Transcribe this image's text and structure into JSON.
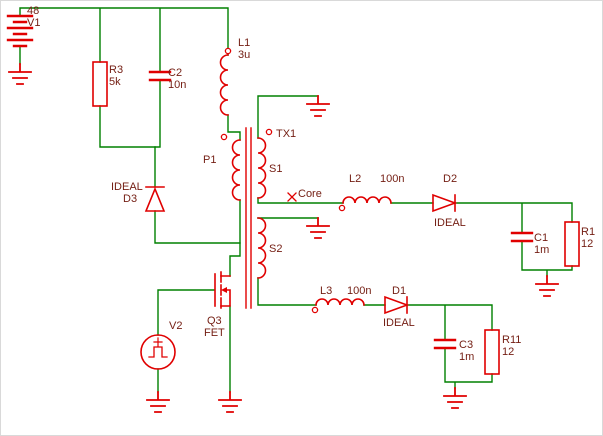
{
  "colors": {
    "background": "#ffffff",
    "wire": "#008000",
    "component": "#e00000",
    "label": "#731d12"
  },
  "components": {
    "v1": {
      "name": "V1",
      "value": "48"
    },
    "r3": {
      "name": "R3",
      "value": "5k"
    },
    "c2": {
      "name": "C2",
      "value": "10n"
    },
    "l1": {
      "name": "L1",
      "value": "3u"
    },
    "d3": {
      "name": "D3",
      "value": "IDEAL"
    },
    "tx1": {
      "name": "TX1",
      "primary": "P1",
      "secondary1": "S1",
      "secondary2": "S2",
      "core": "Core"
    },
    "q3": {
      "name": "Q3",
      "value": "FET"
    },
    "v2": {
      "name": "V2"
    },
    "l2": {
      "name": "L2",
      "value": "100n"
    },
    "d2": {
      "name": "D2",
      "value": "IDEAL"
    },
    "c1": {
      "name": "C1",
      "value": "1m"
    },
    "r1": {
      "name": "R1",
      "value": "12"
    },
    "l3": {
      "name": "L3",
      "value": "100n"
    },
    "d1": {
      "name": "D1",
      "value": "IDEAL"
    },
    "c3": {
      "name": "C3",
      "value": "1m"
    },
    "r11": {
      "name": "R11",
      "value": "12"
    }
  }
}
